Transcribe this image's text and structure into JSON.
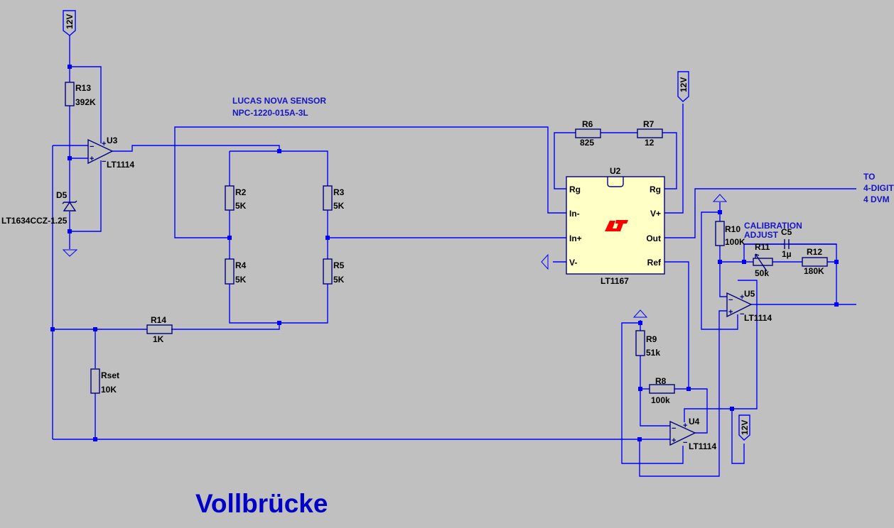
{
  "title": "Vollbrücke",
  "annotations": {
    "sensor_name": "LUCAS NOVA SENSOR",
    "sensor_part": "NPC-1220-015A-3L",
    "output_to_line1": "TO",
    "output_to_line2": "4-DIGIT",
    "output_to_line3": "4 DVM",
    "calibration_line1": "CALIBRATION",
    "calibration_line2": "ADJUST"
  },
  "power_flags": [
    {
      "id": "vcc-u3",
      "label": "12V"
    },
    {
      "id": "vcc-u2",
      "label": "12V"
    },
    {
      "id": "vcc-u4",
      "label": "12V"
    }
  ],
  "components": {
    "R13": {
      "ref": "R13",
      "value": "392K"
    },
    "U3": {
      "ref": "U3",
      "part": "LT1114"
    },
    "D5": {
      "ref": "D5",
      "part": "LT1634CCZ-1.25"
    },
    "R2": {
      "ref": "R2",
      "value": "5K"
    },
    "R3": {
      "ref": "R3",
      "value": "5K"
    },
    "R4": {
      "ref": "R4",
      "value": "5K"
    },
    "R5": {
      "ref": "R5",
      "value": "5K"
    },
    "R14": {
      "ref": "R14",
      "value": "1K"
    },
    "Rset": {
      "ref": "Rset",
      "value": "10K"
    },
    "R6": {
      "ref": "R6",
      "value": "825"
    },
    "R7": {
      "ref": "R7",
      "value": "12"
    },
    "U2": {
      "ref": "U2",
      "part": "LT1167",
      "pins_left": [
        "Rg",
        "In-",
        "In+",
        "V-"
      ],
      "pins_right": [
        "Rg",
        "V+",
        "Out",
        "Ref"
      ]
    },
    "R10": {
      "ref": "R10",
      "value": "100K"
    },
    "R11": {
      "ref": "R11",
      "value": "50k"
    },
    "C5": {
      "ref": "C5",
      "value": "1µ"
    },
    "R12": {
      "ref": "R12",
      "value": "180K"
    },
    "U5": {
      "ref": "U5",
      "part": "LT1114"
    },
    "R9": {
      "ref": "R9",
      "value": "51k"
    },
    "R8": {
      "ref": "R8",
      "value": "100k"
    },
    "U4": {
      "ref": "U4",
      "part": "LT1114"
    }
  },
  "colors": {
    "background": "#c0c0c0",
    "wire": "#0000ff",
    "component": "#000080",
    "ic_fill": "#ffffc6",
    "logo": "#ff0000",
    "annotation": "#1515c8",
    "title": "#0000c8"
  }
}
